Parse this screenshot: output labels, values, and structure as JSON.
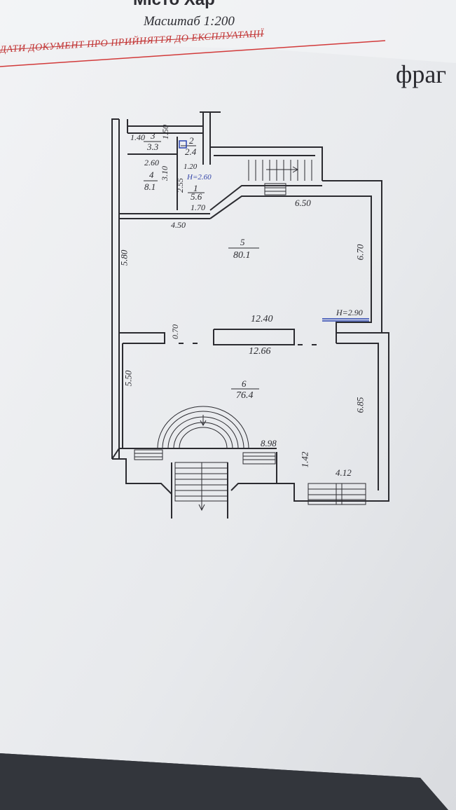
{
  "header": {
    "title_partial": "Місто Хар",
    "scale": "Масштаб 1:200",
    "crossed_note": "Дати документ про прийняття до експлуатації",
    "side_label": "фраг"
  },
  "rooms": [
    {
      "number": "3",
      "area": "3.3"
    },
    {
      "number": "2",
      "area": "2.4"
    },
    {
      "number": "4",
      "area": "8.1"
    },
    {
      "number": "1",
      "area": "5.6"
    },
    {
      "number": "5",
      "area": "80.1"
    },
    {
      "number": "6",
      "area": "76.4"
    }
  ],
  "dimensions": {
    "d_1_40": "1.40",
    "d_1_50": "1.50",
    "d_2_60": "2.60",
    "d_3_10": "3.10",
    "d_1_20": "1.20",
    "d_2_55": "2.55",
    "d_h_260": "H=2.60",
    "d_1_70": "1.70",
    "d_6_50": "6.50",
    "d_4_50": "4.50",
    "d_5_80": "5.80",
    "d_6_70": "6.70",
    "d_h_290": "H=2.90",
    "d_12_40": "12.40",
    "d_0_70": "0.70",
    "d_12_66": "12.66",
    "d_5_50": "5.50",
    "d_6_85": "6.85",
    "d_8_98": "8.98",
    "d_1_42": "1.42",
    "d_4_12": "4.12"
  },
  "colors": {
    "paper": "#eceef0",
    "ink": "#2b2b30",
    "red_strike": "#d23a3a",
    "blue_mark": "#2a44b0",
    "background": "#3a3d44"
  }
}
